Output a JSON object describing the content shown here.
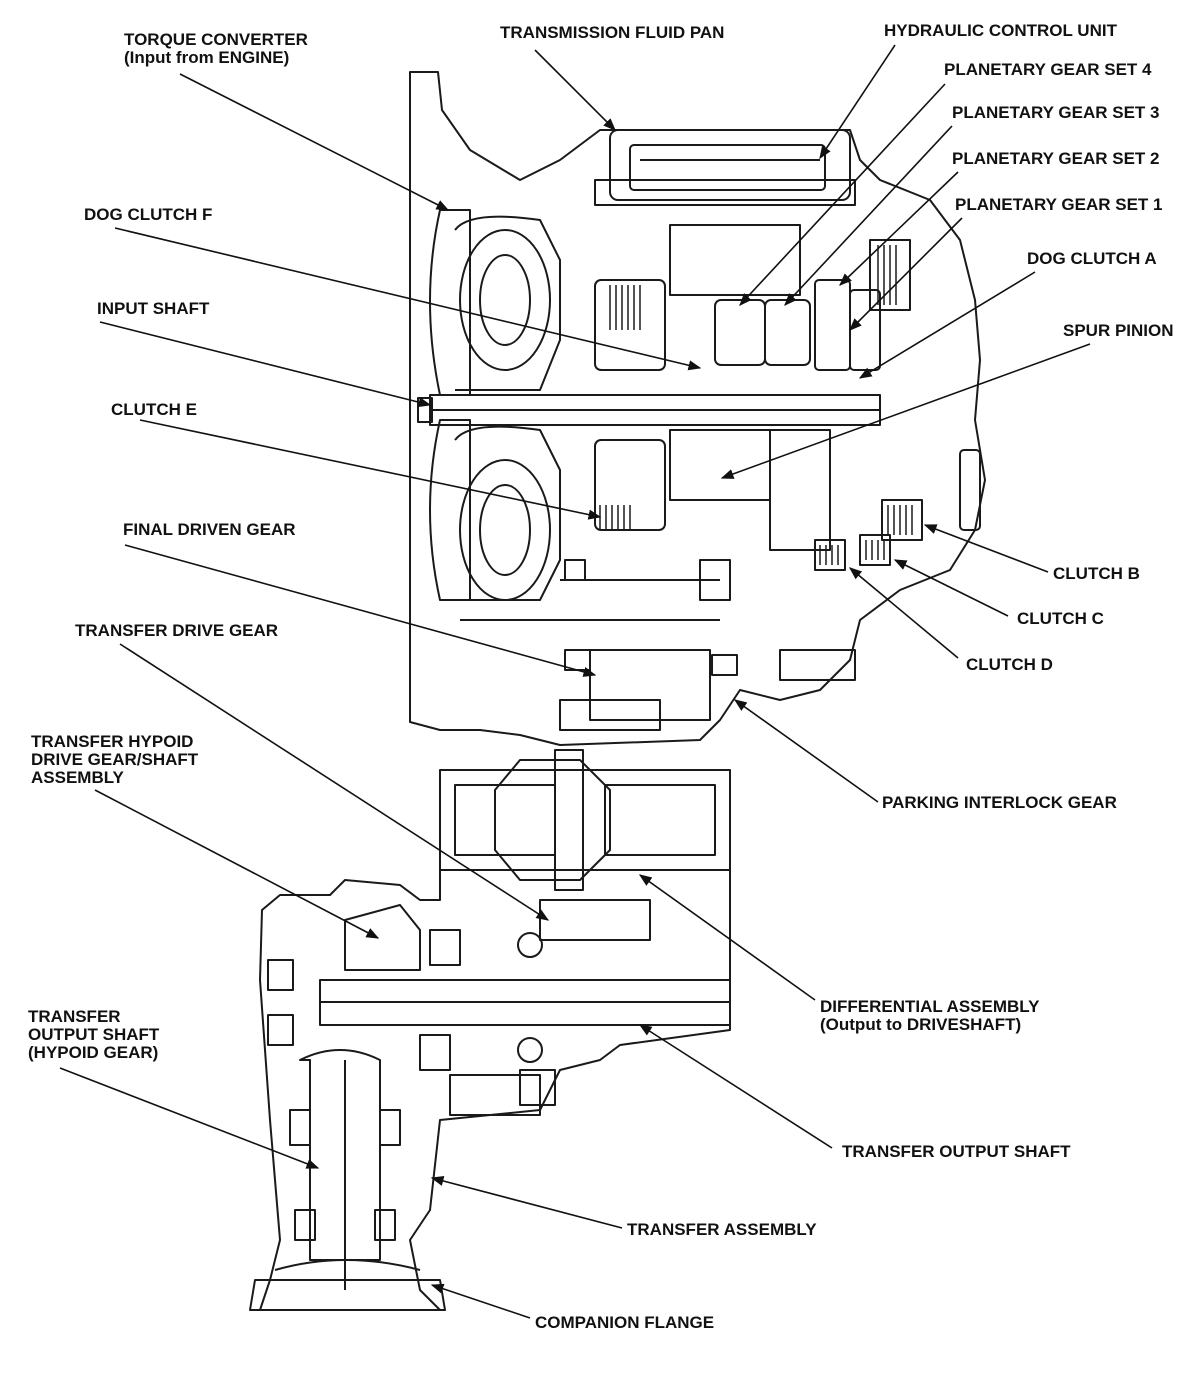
{
  "labels": {
    "torque_converter": {
      "line1": "TORQUE CONVERTER",
      "line2": "(Input from ENGINE)"
    },
    "transmission_fluid_pan": "TRANSMISSION FLUID PAN",
    "hydraulic_control_unit": "HYDRAULIC CONTROL UNIT",
    "planetary_gear_set_4": "PLANETARY GEAR SET 4",
    "planetary_gear_set_3": "PLANETARY GEAR SET 3",
    "planetary_gear_set_2": "PLANETARY GEAR SET 2",
    "planetary_gear_set_1": "PLANETARY GEAR SET 1",
    "dog_clutch_f": "DOG CLUTCH F",
    "dog_clutch_a": "DOG CLUTCH A",
    "input_shaft": "INPUT SHAFT",
    "spur_pinion": "SPUR PINION",
    "clutch_e": "CLUTCH E",
    "final_driven_gear": "FINAL DRIVEN GEAR",
    "clutch_b": "CLUTCH B",
    "clutch_c": "CLUTCH C",
    "clutch_d": "CLUTCH D",
    "transfer_drive_gear": "TRANSFER DRIVE GEAR",
    "transfer_hypoid_drive_gear": {
      "line1": "TRANSFER HYPOID",
      "line2": "DRIVE GEAR/SHAFT",
      "line3": "ASSEMBLY"
    },
    "parking_interlock_gear": "PARKING INTERLOCK GEAR",
    "differential_assembly": {
      "line1": "DIFFERENTIAL ASSEMBLY",
      "line2": "(Output to DRIVESHAFT)"
    },
    "transfer_output_shaft_hypoid": {
      "line1": "TRANSFER",
      "line2": "OUTPUT SHAFT",
      "line3": "(HYPOID GEAR)"
    },
    "transfer_output_shaft": "TRANSFER OUTPUT SHAFT",
    "transfer_assembly": "TRANSFER ASSEMBLY",
    "companion_flange": "COMPANION FLANGE"
  },
  "colors": {
    "line": "#1a1a1a",
    "background": "#ffffff"
  }
}
